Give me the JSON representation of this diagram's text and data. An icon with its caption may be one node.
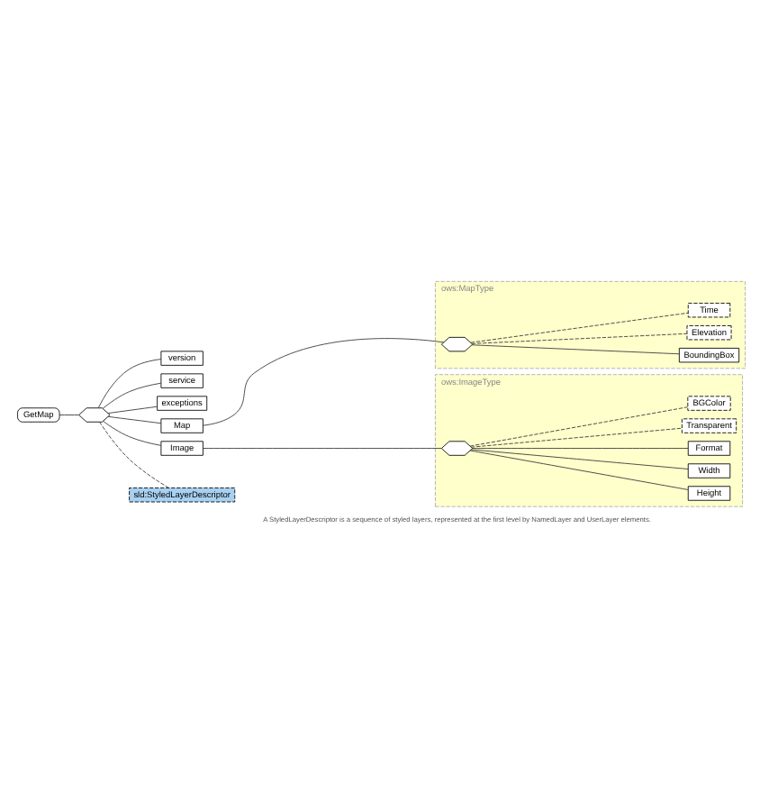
{
  "diagram": {
    "nodes": [
      {
        "text": [
          "GetMap"
        ]
      },
      {
        "text": [],
        "shape": "hexagon"
      },
      {
        "text": [
          "version"
        ]
      },
      {
        "text": [
          "service"
        ]
      },
      {
        "text": [
          "exceptions"
        ]
      },
      {
        "text": [
          "Map"
        ]
      },
      {
        "text": [
          "ows:MapType"
        ]
      },
      {
        "text": [],
        "shape": "hexagon",
        "in": 6
      },
      {
        "text": [
          "BoundingBox"
        ],
        "in": 6
      },
      {
        "text": [
          "Elevation"
        ],
        "in": 6
      },
      {
        "text": [
          "Time"
        ],
        "in": 6
      },
      {
        "text": [
          "Image"
        ]
      },
      {
        "text": [
          "ows:ImageType"
        ]
      },
      {
        "text": [],
        "shape": "hexagon",
        "in": 12
      },
      {
        "text": [
          "Height"
        ],
        "in": 12
      },
      {
        "text": [
          "Width"
        ],
        "in": 12
      },
      {
        "text": [
          "Format"
        ],
        "in": 12
      },
      {
        "text": [
          "Transparent"
        ],
        "in": 12
      },
      {
        "text": [
          "BGColor"
        ],
        "in": 12
      },
      {
        "text": [
          "sld:StyledLayerDescriptor"
        ],
        "beside": [
          "A StyledLayerDescriptor is a sequence of styled layers, represented at the first level by NamedLayer and UserLayer elements."
        ]
      }
    ],
    "edges": [
      {
        "from": 0,
        "to": 1,
        "arrow": "none"
      },
      {
        "from": 1,
        "to": 2,
        "arrow": "none"
      },
      {
        "from": 1,
        "to": 3,
        "arrow": "none"
      },
      {
        "from": 1,
        "to": 4,
        "arrow": "none"
      },
      {
        "from": 1,
        "to": 5,
        "arrow": "none"
      },
      {
        "from": 1,
        "to": 11,
        "arrow": "none"
      },
      {
        "from": 1,
        "to": 19,
        "arrow": "none",
        "style": "dashed"
      },
      {
        "from": 5,
        "to": 7,
        "arrow": "none"
      },
      {
        "from": 7,
        "to": 8,
        "arrow": "none"
      },
      {
        "from": 7,
        "to": 9,
        "arrow": "none",
        "style": "dashed"
      },
      {
        "from": 7,
        "to": 10,
        "arrow": "none",
        "style": "dashed"
      },
      {
        "from": 11,
        "to": 13,
        "arrow": "none"
      },
      {
        "from": 13,
        "to": 14,
        "arrow": "none"
      },
      {
        "from": 13,
        "to": 15,
        "arrow": "none"
      },
      {
        "from": 13,
        "to": 16,
        "arrow": "none"
      },
      {
        "from": 13,
        "to": 17,
        "arrow": "none",
        "style": "dashed"
      },
      {
        "from": 13,
        "to": 18,
        "arrow": "none",
        "style": "dashed"
      }
    ]
  }
}
